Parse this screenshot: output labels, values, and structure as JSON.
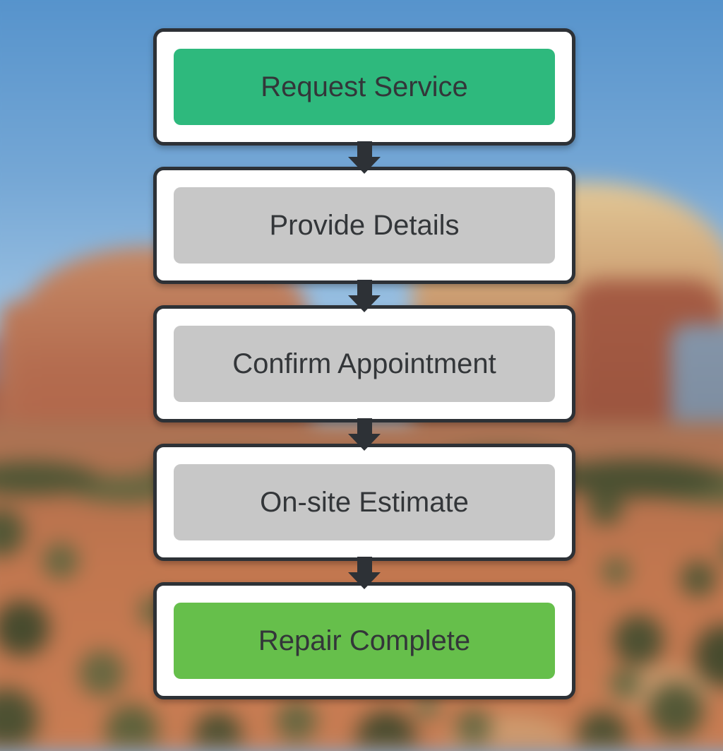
{
  "flowchart": {
    "steps": [
      {
        "label": "Request Service",
        "variant": "green_start"
      },
      {
        "label": "Provide Details",
        "variant": "gray"
      },
      {
        "label": "Confirm Appointment",
        "variant": "gray"
      },
      {
        "label": "On-site Estimate",
        "variant": "gray"
      },
      {
        "label": "Repair Complete",
        "variant": "green_end"
      }
    ],
    "palette": {
      "green_start": "#2eb97d",
      "gray": "#c7c7c7",
      "green_end": "#66bf4b",
      "card_background": "#ffffff",
      "card_border": "#2d3136",
      "arrow": "#2d3136",
      "label_text": "#333639"
    }
  },
  "background": {
    "description": "blurred photo of red rock desert buttes under a blue sky",
    "sky_top": "#5391cb",
    "sky_horizon": "#aecde8",
    "rock": "#b06448",
    "rock_light": "#d9bb8d",
    "soil": "#c2774f",
    "vegetation": "#5f6a44"
  }
}
